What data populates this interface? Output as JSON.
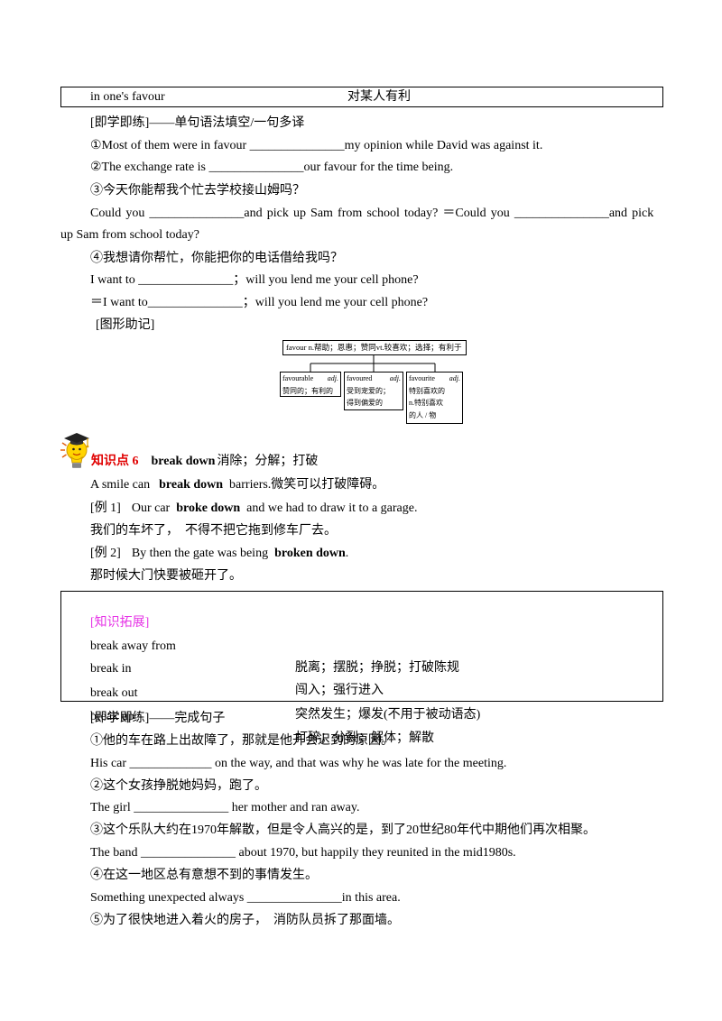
{
  "colors": {
    "knowledge_tag": "#e00000",
    "extension_label": "#e633e6"
  },
  "icons": {
    "knowledge_point": "graduate-bulb-icon"
  },
  "top_table": {
    "phrase": "in one's favour",
    "meaning": "对某人有利"
  },
  "practice_1": {
    "heading": "[即学即练]——单句语法填空/一句多译",
    "q1": "①Most of them were in favour _______________my opinion while David was against it.",
    "q2": "②The exchange rate is _______________our favour for the time being.",
    "q3_cn": "③今天你能帮我个忙去学校接山姆吗？",
    "q3_en_line1": "Could you _______________and pick up Sam from school today? ＝Could you _______________and pick",
    "q3_en_line2": "up Sam from school today?",
    "q4_cn": "④我想请你帮忙，你能把你的电话借给我吗？",
    "q4_en_1": "I want to _______________；will you lend me your cell phone?",
    "q4_en_2": "＝I want to_______________；will you lend me your cell phone?"
  },
  "memory_diagram": {
    "heading": "[图形助记]",
    "root": "favour n.帮助；恩惠；赞同vt.较喜欢；选择；有利于",
    "branches": [
      {
        "word": "favourable",
        "pos": "adj.",
        "lines": [
          "赞同的；有利的"
        ]
      },
      {
        "word": "favoured",
        "pos": "adj.",
        "lines": [
          "受到宠爱的；",
          "得到偏爱的"
        ]
      },
      {
        "word": "favourite",
        "pos": "adj.",
        "lines": [
          "特别喜欢的",
          "n.特别喜欢",
          "的人 / 物"
        ]
      }
    ]
  },
  "knowledge_point": {
    "tag": "知识点 6",
    "phrase": "break down",
    "meaning": "消除；分解；打破",
    "sentence": {
      "before": "A smile can",
      "bold": "break down",
      "after": "barriers.微笑可以打破障碍。"
    },
    "examples": [
      {
        "label": "[例 1]",
        "before": "Our car",
        "bold": "broke down",
        "after": "and we had to draw it to a garage.",
        "translation": "我们的车坏了，  不得不把它拖到修车厂去。"
      },
      {
        "label": "[例 2]",
        "before": "By then the gate was being",
        "bold": "broken down",
        "after": ".",
        "translation": "那时候大门快要被砸开了。"
      }
    ]
  },
  "extension": {
    "label": "[知识拓展]",
    "rows": [
      {
        "term": "break away from",
        "meaning": "脱离；摆脱；挣脱；打破陈规"
      },
      {
        "term": "break in",
        "meaning": "闯入；强行进入"
      },
      {
        "term": "break out",
        "meaning": "突然发生；爆发(不用于被动语态)"
      },
      {
        "term": "break up",
        "meaning": "打碎；分裂；解体；解散"
      }
    ]
  },
  "practice_2": {
    "heading": "[即学即练]——完成句子",
    "items": [
      "①他的车在路上出故障了，那就是他开会迟到的原因。",
      "His car _____________ on the way, and that was why he was late for the meeting.",
      "②这个女孩挣脱她妈妈，跑了。",
      "The girl _______________ her mother and ran away.",
      "③这个乐队大约在1970年解散，但是令人高兴的是，到了20世纪80年代中期他们再次相聚。",
      "The band _______________ about 1970, but happily they reunited in the mid1980s.",
      "④在这一地区总有意想不到的事情发生。",
      "Something unexpected always _______________in this area.",
      "⑤为了很快地进入着火的房子，  消防队员拆了那面墙。"
    ]
  }
}
